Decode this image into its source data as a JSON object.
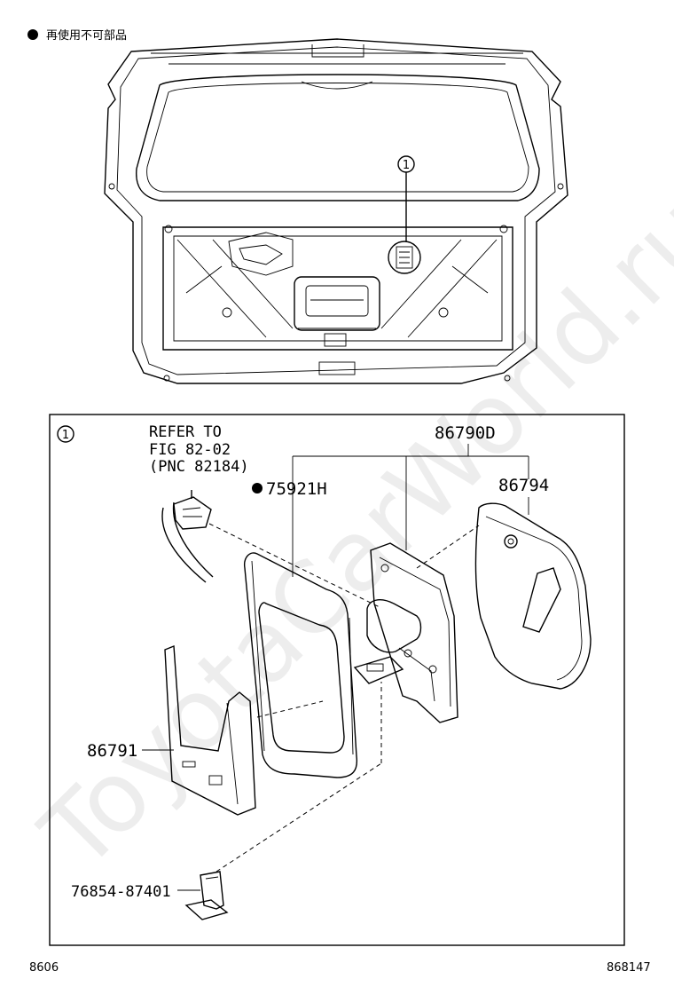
{
  "header": {
    "note": "再使用不可部品"
  },
  "callout_marker": "1",
  "labels": {
    "refer_line1": "REFER TO",
    "refer_line2": "FIG 82-02",
    "refer_line3": "(PNC 82184)",
    "part_86790D": "86790D",
    "part_86794": "86794",
    "part_75921H": "75921H",
    "part_86791": "86791",
    "part_76854": "76854-87401"
  },
  "footer": {
    "left": "8606",
    "right": "868147"
  },
  "watermark": "ToyotaCarWorld.ru"
}
